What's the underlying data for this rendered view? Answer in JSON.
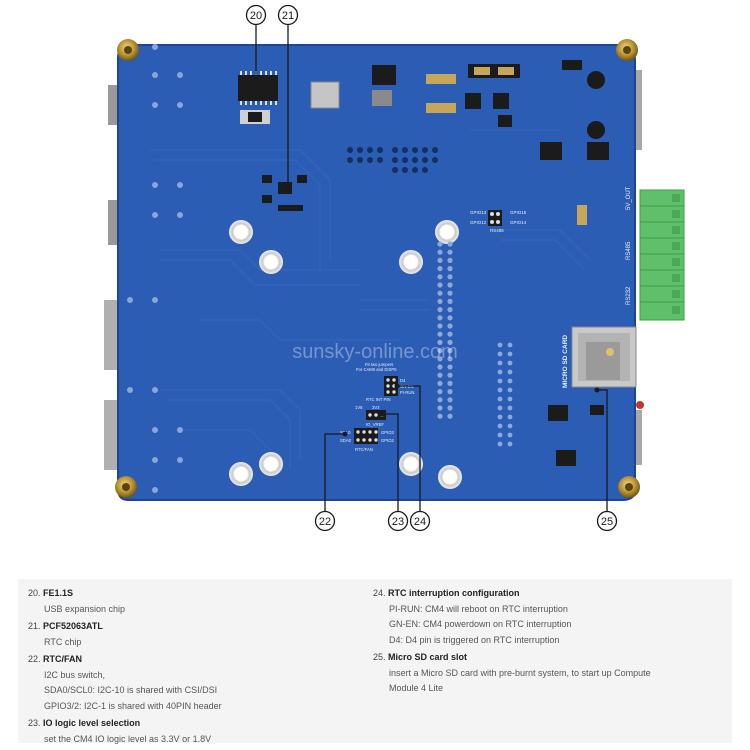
{
  "callouts": [
    "20",
    "21",
    "22",
    "23",
    "24",
    "25"
  ],
  "watermark": "sunsky-online.com",
  "silkscreen": {
    "sd_card": "MICRO SD CARD",
    "v5_out": "5V_OUT",
    "rs485": "RS485",
    "rs232": "RS232",
    "gpio13": "GPIO13",
    "gpio12": "GPIO12",
    "gpio15": "GPIO15",
    "gpio14": "GPIO14",
    "rs485_small": "RS485",
    "fit_two": "Fit two jumpers",
    "for_cam": "For CAM0 and DISP0",
    "d4": "D4",
    "gn_en": "GN-EN",
    "pi_run": "PI-RUN",
    "rtc_int": "RTC INT PIN",
    "v18": "1V8",
    "v33": "3V3",
    "io_vref": "IO_VREF",
    "sdl0": "SCL0",
    "sda0": "SDA0",
    "gpio3": "GPIO3",
    "gpio2": "GPIO2",
    "rtc_fan": "RTC/FAN"
  },
  "legend": {
    "left": [
      {
        "num": "20.",
        "title": "FE1.1S",
        "desc": [
          "USB expansion chip"
        ]
      },
      {
        "num": "21.",
        "title": "PCF52063ATL",
        "desc": [
          "RTC chip"
        ]
      },
      {
        "num": "22.",
        "title": "RTC/FAN",
        "desc": [
          "I2C bus switch,",
          "SDA0/SCL0: I2C-10 is shared with CSI/DSI",
          "GPIO3/2: I2C-1 is shared with 40PIN header"
        ]
      },
      {
        "num": "23.",
        "title": "IO logic level selection",
        "desc": [
          "set the CM4 IO logic level as 3.3V or 1.8V"
        ]
      }
    ],
    "right": [
      {
        "num": "24.",
        "title": "RTC interruption configuration",
        "desc": [
          "PI-RUN: CM4 will reboot on RTC interruption",
          "GN-EN: CM4 powerdown on RTC interruption",
          "D4: D4 pin is triggered on RTC interruption"
        ]
      },
      {
        "num": "25.",
        "title": "Micro SD card slot",
        "desc": [
          "insert a Micro SD card with pre-burnt system, to start up Compute",
          "Module 4 Lite"
        ]
      }
    ]
  },
  "colors": {
    "board": "#2a5db3",
    "board_dark": "#1d4690",
    "terminal": "#5fbf6a",
    "bg": "#ffffff"
  }
}
